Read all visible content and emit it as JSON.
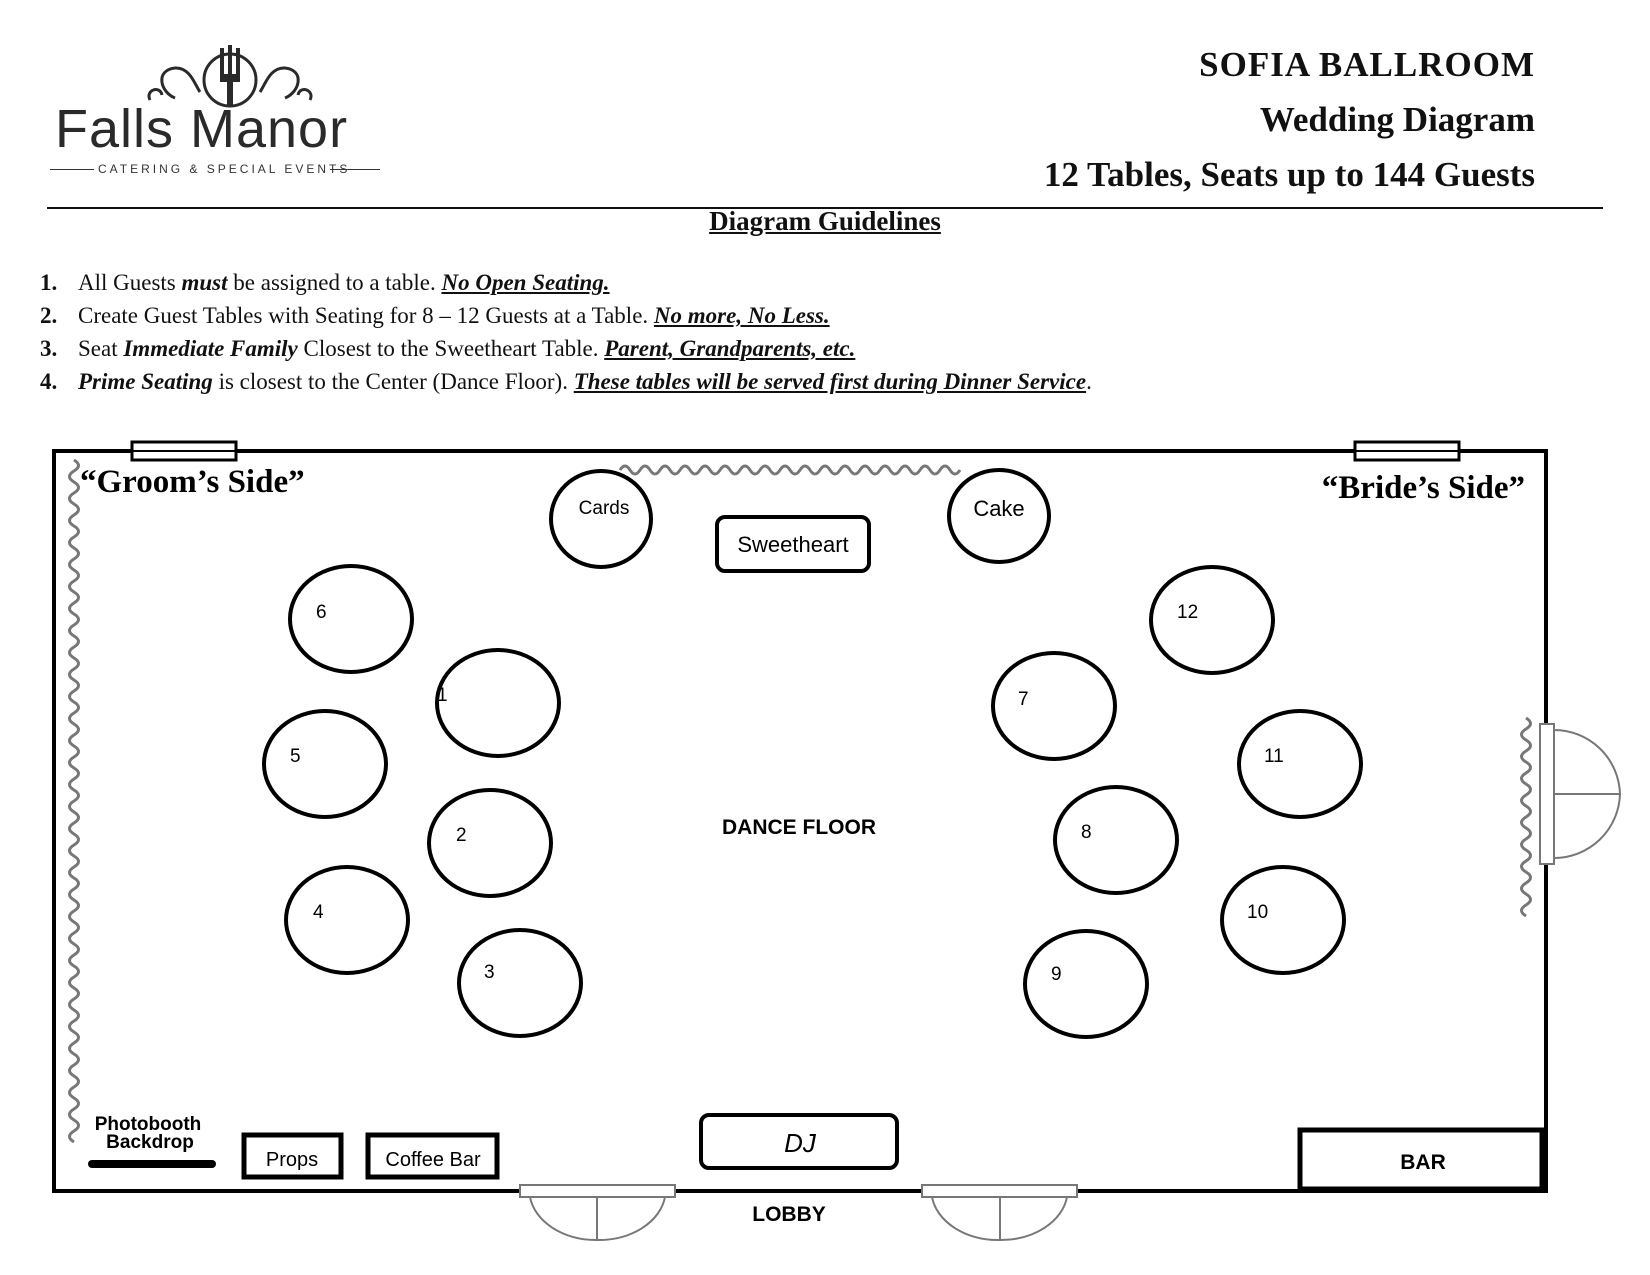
{
  "logo": {
    "name": "Falls Manor",
    "tagline": "CATERING & SPECIAL EVENTS"
  },
  "header": {
    "line1": "SOFIA BALLROOM",
    "line2": "Wedding Diagram",
    "line3": "12 Tables, Seats up to 144 Guests"
  },
  "guidelines": {
    "heading": "Diagram Guidelines",
    "items": [
      {
        "num": "1.",
        "a": "All Guests ",
        "b": "must",
        "c": " be assigned to a table. ",
        "d": "No Open Seating."
      },
      {
        "num": "2.",
        "a": "Create Guest Tables with Seating for 8 – 12 Guests at a Table. ",
        "b": "",
        "c": "",
        "d": "No more, No Less."
      },
      {
        "num": "3.",
        "a": "Seat ",
        "b": "Immediate Family",
        "c": " Closest to the Sweetheart Table. ",
        "d": "Parent, Grandparents, etc."
      },
      {
        "num": "4.",
        "a": "",
        "b": "Prime Seating",
        "c": " is closest to the Center (Dance Floor). ",
        "d": "These tables will be served first during Dinner Service",
        "e": "."
      }
    ]
  },
  "floor": {
    "groom_side": "“Groom’s Side”",
    "bride_side": "“Bride’s Side”",
    "dance_floor": "DANCE FLOOR",
    "lobby": "LOBBY",
    "cards": "Cards",
    "cake": "Cake",
    "sweetheart": "Sweetheart",
    "dj": "DJ",
    "bar": "BAR",
    "props": "Props",
    "coffee_bar": "Coffee Bar",
    "photobooth_line1": "Photobooth",
    "photobooth_line2": "Backdrop",
    "tables": [
      "1",
      "2",
      "3",
      "4",
      "5",
      "6",
      "7",
      "8",
      "9",
      "10",
      "11",
      "12"
    ]
  }
}
